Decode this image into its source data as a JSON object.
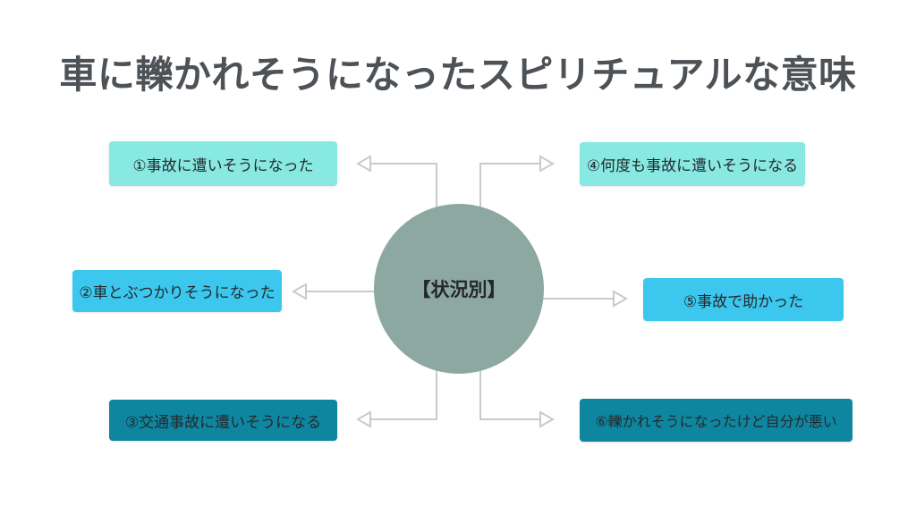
{
  "title": "車に轢かれそうになったスピリチュアルな意味",
  "diagram": {
    "center": {
      "label": "【状況別】",
      "color": "#8ca8a1"
    },
    "nodes": [
      {
        "id": "1",
        "label": "①事故に遭いそうになった",
        "color": "#87e9e2",
        "position": "top-left"
      },
      {
        "id": "2",
        "label": "②車とぶつかりそうになった",
        "color": "#3bc7ee",
        "position": "middle-left"
      },
      {
        "id": "3",
        "label": "③交通事故に遭いそうになる",
        "color": "#0e86a0",
        "position": "bottom-left"
      },
      {
        "id": "4",
        "label": "④何度も事故に遭いそうになる",
        "color": "#87e9e2",
        "position": "top-right"
      },
      {
        "id": "5",
        "label": "⑤事故で助かった",
        "color": "#3bc7ee",
        "position": "middle-right"
      },
      {
        "id": "6",
        "label": "⑥轢かれそうになったけど自分が悪い",
        "color": "#0e86a0",
        "position": "bottom-right"
      }
    ]
  },
  "colors": {
    "background": "#ffffff",
    "title_text": "#4d5257",
    "box_text": "#26292d",
    "arrow": "#c9cbcb"
  }
}
